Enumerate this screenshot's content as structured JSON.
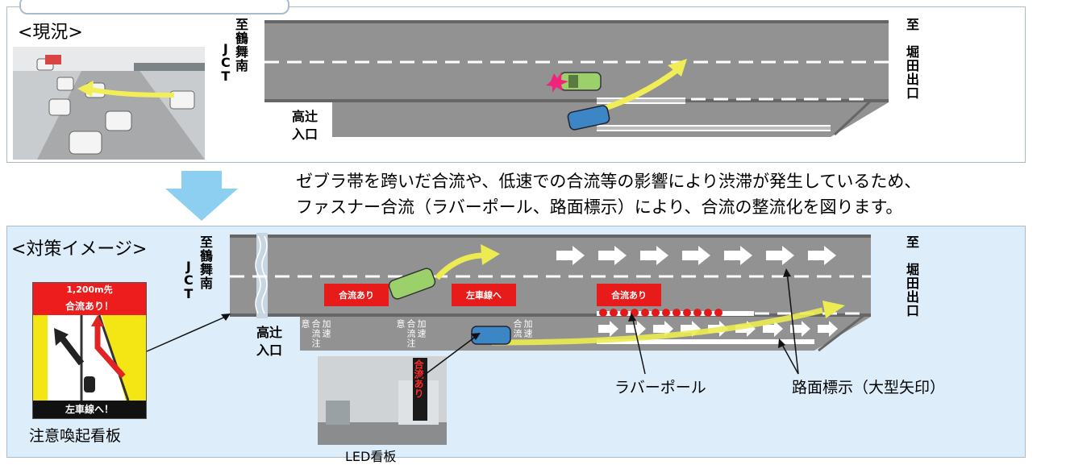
{
  "top": {
    "heading": "<現況>",
    "from_label": "至\n鶴\n舞\n南",
    "from_sub": "J\nC\nT",
    "to_label": "至\n\n堀\n田\n出\n口",
    "ramp_label": "高辻\n入口"
  },
  "note": {
    "line1": "ゼブラ帯を跨いだ合流や、低速での合流等の影響により渋滞が発生しているため、",
    "line2": "ファスナー合流（ラバーポール、路面標示）により、合流の整流化を図ります。"
  },
  "bottom": {
    "heading": "<対策イメージ>",
    "from_label": "至\n鶴\n舞\n南",
    "from_sub": "J\nC\nT",
    "to_label": "至\n\n堀\n田\n出\n口",
    "ramp_label": "高辻\n入口",
    "tag1": "合流あり",
    "tag2": "左車線へ",
    "tag3": "合流あり",
    "road_text1": "加速 合流注意",
    "road_text2": "加速 合流注意",
    "road_text3": "加速 合流",
    "caption_rubber": "ラバーポール",
    "caption_marking": "路面標示（大型矢印）",
    "caption_board": "注意喚起看板",
    "caption_led": "LED看板",
    "led_text": "合流あり"
  },
  "sign": {
    "distance": "1,200m先",
    "line1": "合流あり！",
    "bottom": "左車線へ！"
  },
  "colors": {
    "road": "#8f8f8f",
    "panel_bg": "#ddeefa",
    "arrow": "#ecec52",
    "red": "#e81b1b",
    "big_arrow": "#8ccff0"
  }
}
